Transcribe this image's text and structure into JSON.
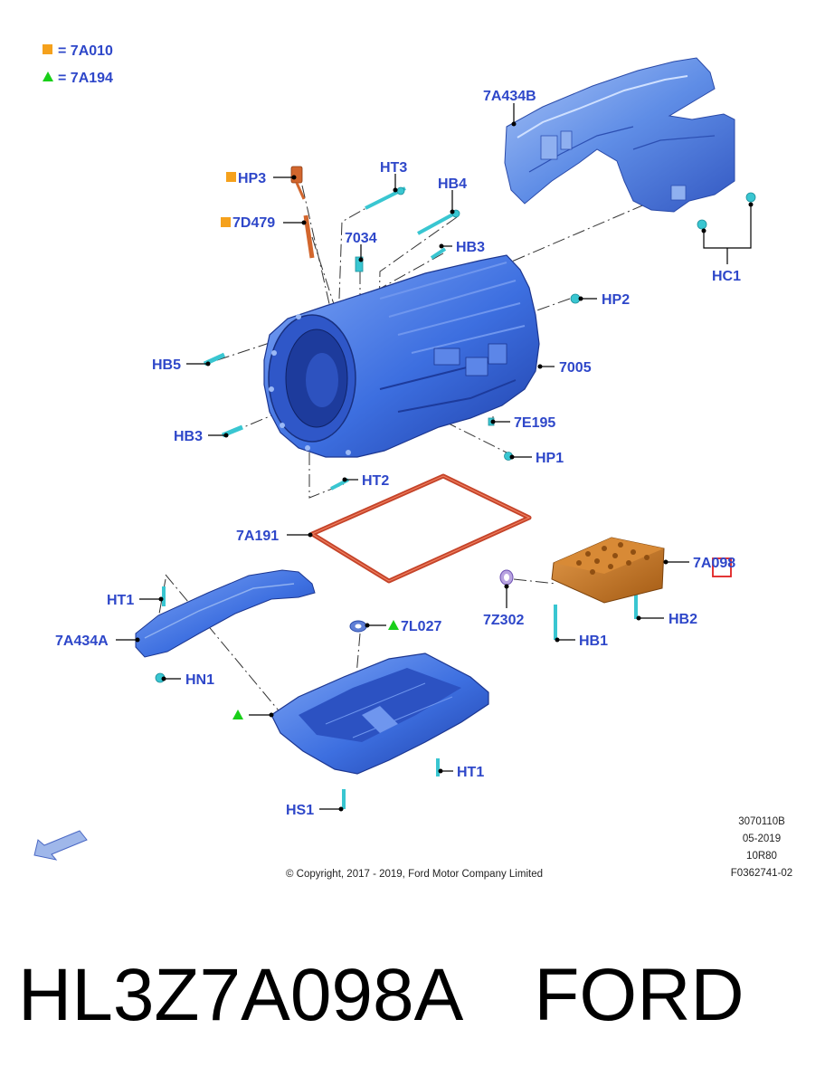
{
  "legend": [
    {
      "symbol": "square",
      "color": "#f5a11c",
      "text": "= 7A010"
    },
    {
      "symbol": "triangle",
      "color": "#19cf19",
      "text": "= 7A194"
    }
  ],
  "callouts": {
    "c7A434B": "7A434B",
    "HP3": "HP3",
    "HT3": "HT3",
    "HB4": "HB4",
    "D7D479": "7D479",
    "c7034": "7034",
    "HB3_top": "HB3",
    "HC1": "HC1",
    "HP2": "HP2",
    "HB5": "HB5",
    "c7005": "7005",
    "c7E195": "7E195",
    "HB3_bottom": "HB3",
    "HP1": "HP1",
    "HT2": "HT2",
    "c7A191": "7A191",
    "c7A098": "7A098",
    "c7Z302": "7Z302",
    "HB2": "HB2",
    "HB1": "HB1",
    "HT1_left": "HT1",
    "c7A434A": "7A434A",
    "c7L027": "7L027",
    "HN1": "HN1",
    "HT1_bottom": "HT1",
    "HS1": "HS1"
  },
  "info_block": [
    "3070110B",
    "05-2019",
    "10R80",
    "F0362741-02"
  ],
  "copyright": "© Copyright, 2017 - 2019, Ford Motor Company Limited",
  "part_number": "HL3Z7A098A",
  "brand": "FORD",
  "colors": {
    "label": "#2e47c9",
    "part_blue": "#3d6fe0",
    "gasket": "#c5442a",
    "valve_body": "#c9761f",
    "fastener": "#39c6d1",
    "highlight_box": "#e02020"
  }
}
